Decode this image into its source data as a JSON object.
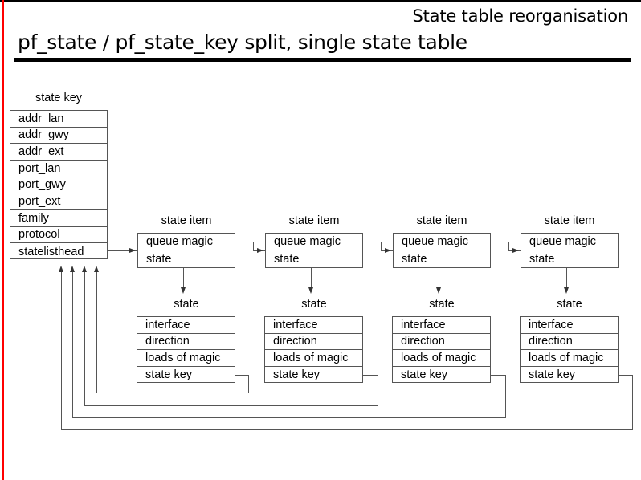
{
  "header": {
    "subtitle": "State table reorganisation",
    "title": "pf_state / pf_state_key split, single state table"
  },
  "colors": {
    "accent_stripe": "#ff0000",
    "rule": "#000000",
    "box_border": "#555555",
    "text": "#000000",
    "background": "#ffffff"
  },
  "state_key_table": {
    "caption": "state key",
    "rows": [
      "addr_lan",
      "addr_gwy",
      "addr_ext",
      "port_lan",
      "port_gwy",
      "port_ext",
      "family",
      "protocol",
      "statelisthead"
    ]
  },
  "state_item_caption": "state item",
  "state_caption": "state",
  "state_item_rows": [
    "queue magic",
    "state"
  ],
  "state_rows": [
    "interface",
    "direction",
    "loads of magic",
    "state key"
  ],
  "columns": [
    {
      "index": 1,
      "item_caption": "state item",
      "item_rows": [
        "queue magic",
        "state"
      ],
      "state_caption": "state",
      "state_rows": [
        "interface",
        "direction",
        "loads of magic",
        "state key"
      ]
    },
    {
      "index": 2,
      "item_caption": "state item",
      "item_rows": [
        "queue magic",
        "state"
      ],
      "state_caption": "state",
      "state_rows": [
        "interface",
        "direction",
        "loads of magic",
        "state key"
      ]
    },
    {
      "index": 3,
      "item_caption": "state item",
      "item_rows": [
        "queue magic",
        "state"
      ],
      "state_caption": "state",
      "state_rows": [
        "interface",
        "direction",
        "loads of magic",
        "state key"
      ]
    },
    {
      "index": 4,
      "item_caption": "state item",
      "item_rows": [
        "queue magic",
        "state"
      ],
      "state_caption": "state",
      "state_rows": [
        "interface",
        "direction",
        "loads of magic",
        "state key"
      ]
    }
  ]
}
